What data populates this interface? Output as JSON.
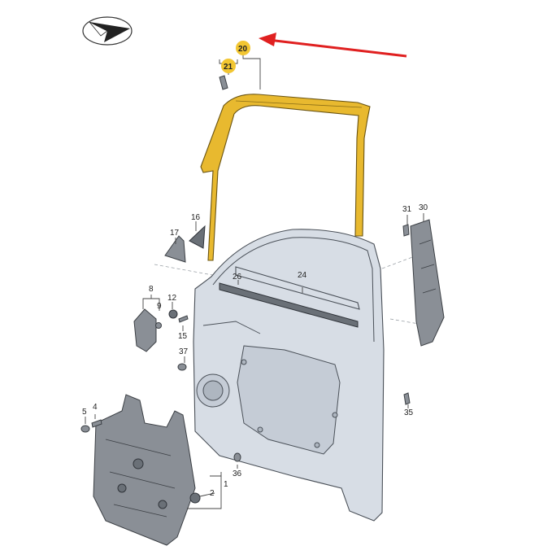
{
  "diagram": {
    "highlight_color": "#f2c632",
    "arrow_color": "#e02020",
    "part_numbers": {
      "p1": "1",
      "p2": "2",
      "p4": "4",
      "p5": "5",
      "p8": "8",
      "p9": "9",
      "p12": "12",
      "p15": "15",
      "p16": "16",
      "p17": "17",
      "p20": "20",
      "p21": "21",
      "p24": "24",
      "p26": "26",
      "p30": "30",
      "p31": "31",
      "p35": "35",
      "p36": "36",
      "p37": "37"
    }
  }
}
